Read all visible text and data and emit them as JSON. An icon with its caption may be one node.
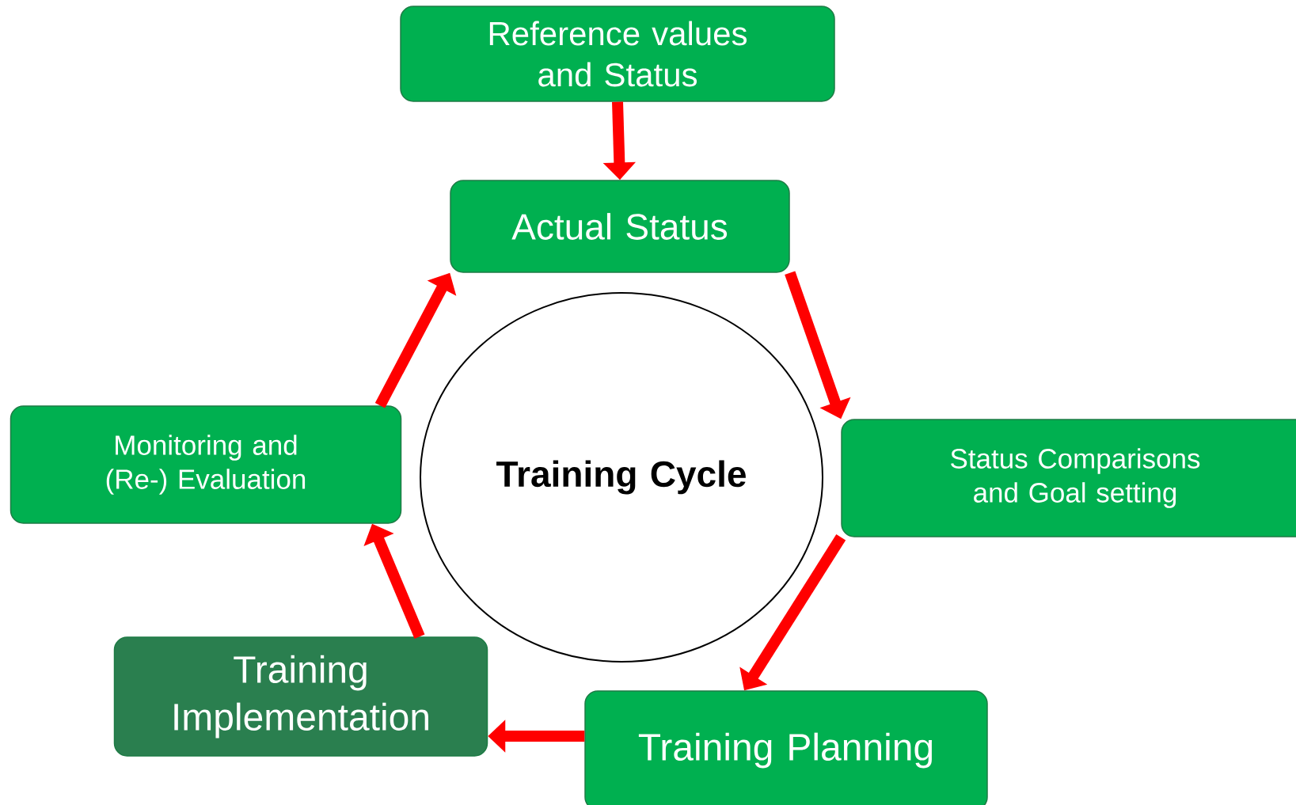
{
  "diagram": {
    "nodes": [
      {
        "text": [
          "Reference values and Status"
        ]
      },
      {
        "text": [
          "Actual Status"
        ]
      },
      {
        "text": [
          "Status  Comparisons and Goal setting"
        ]
      },
      {
        "text": [
          "Training Planning"
        ]
      },
      {
        "text": [
          "Training Implementation"
        ]
      },
      {
        "text": [
          "Monitoring and (Re-) Evaluation"
        ]
      },
      {
        "text": [
          "Training Cycle"
        ]
      }
    ],
    "edges": [
      {
        "from": 0,
        "to": 1,
        "arrow": "to"
      },
      {
        "from": 1,
        "to": 2,
        "arrow": "to"
      },
      {
        "from": 2,
        "to": 3,
        "arrow": "to"
      },
      {
        "from": 3,
        "to": 4,
        "arrow": "to"
      },
      {
        "from": 4,
        "to": 5,
        "arrow": "to"
      },
      {
        "from": 5,
        "to": 1,
        "arrow": "to"
      }
    ]
  }
}
